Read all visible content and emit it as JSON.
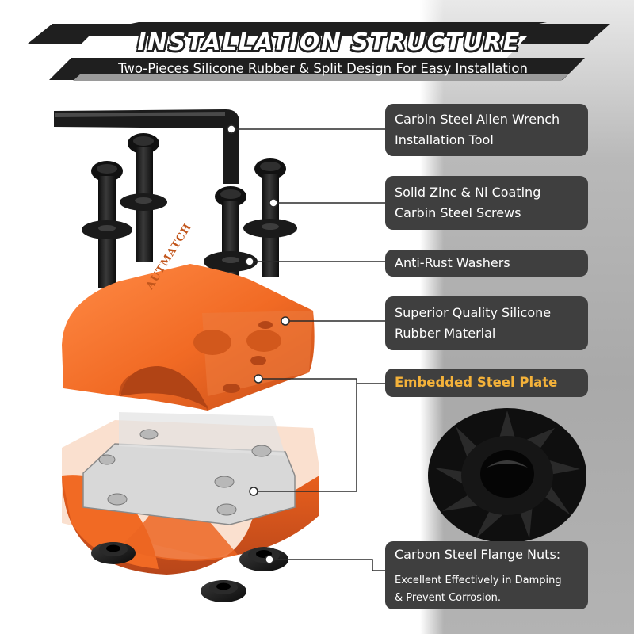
{
  "header": {
    "title": "INSTALLATION STRUCTURE",
    "subtitle": "Two-Pieces Silicone Rubber & Split Design For Easy Installation"
  },
  "callouts": {
    "allen_wrench": {
      "line1": "Carbin Steel Allen Wrench",
      "line2": "Installation Tool"
    },
    "screws": {
      "line1": "Solid Zinc & Ni Coating",
      "line2": "Carbin Steel Screws"
    },
    "washers": {
      "line1": "Anti-Rust Washers"
    },
    "silicone": {
      "line1": "Superior Quality Silicone",
      "line2": "Rubber Material"
    },
    "steel_plate": {
      "line1": "Embedded Steel Plate"
    },
    "flange_nuts": {
      "title": "Carbon Steel Flange Nuts:",
      "line1": "Excellent Effectively in Damping",
      "line2": "& Prevent Corrosion."
    }
  },
  "product": {
    "brand_mark": "AUTMATCH"
  },
  "colors": {
    "accent_orange": "#f16a24",
    "highlight_gold": "#f4b23a",
    "callout_bg": "#3f3f3f",
    "banner_dark": "#1f1f1f",
    "hardware_black": "#1a1a1a"
  },
  "icons": [
    "allen-wrench-icon",
    "screw-icon",
    "washer-icon",
    "flange-nut-icon",
    "rubber-clamp-icon",
    "steel-plate-icon"
  ]
}
